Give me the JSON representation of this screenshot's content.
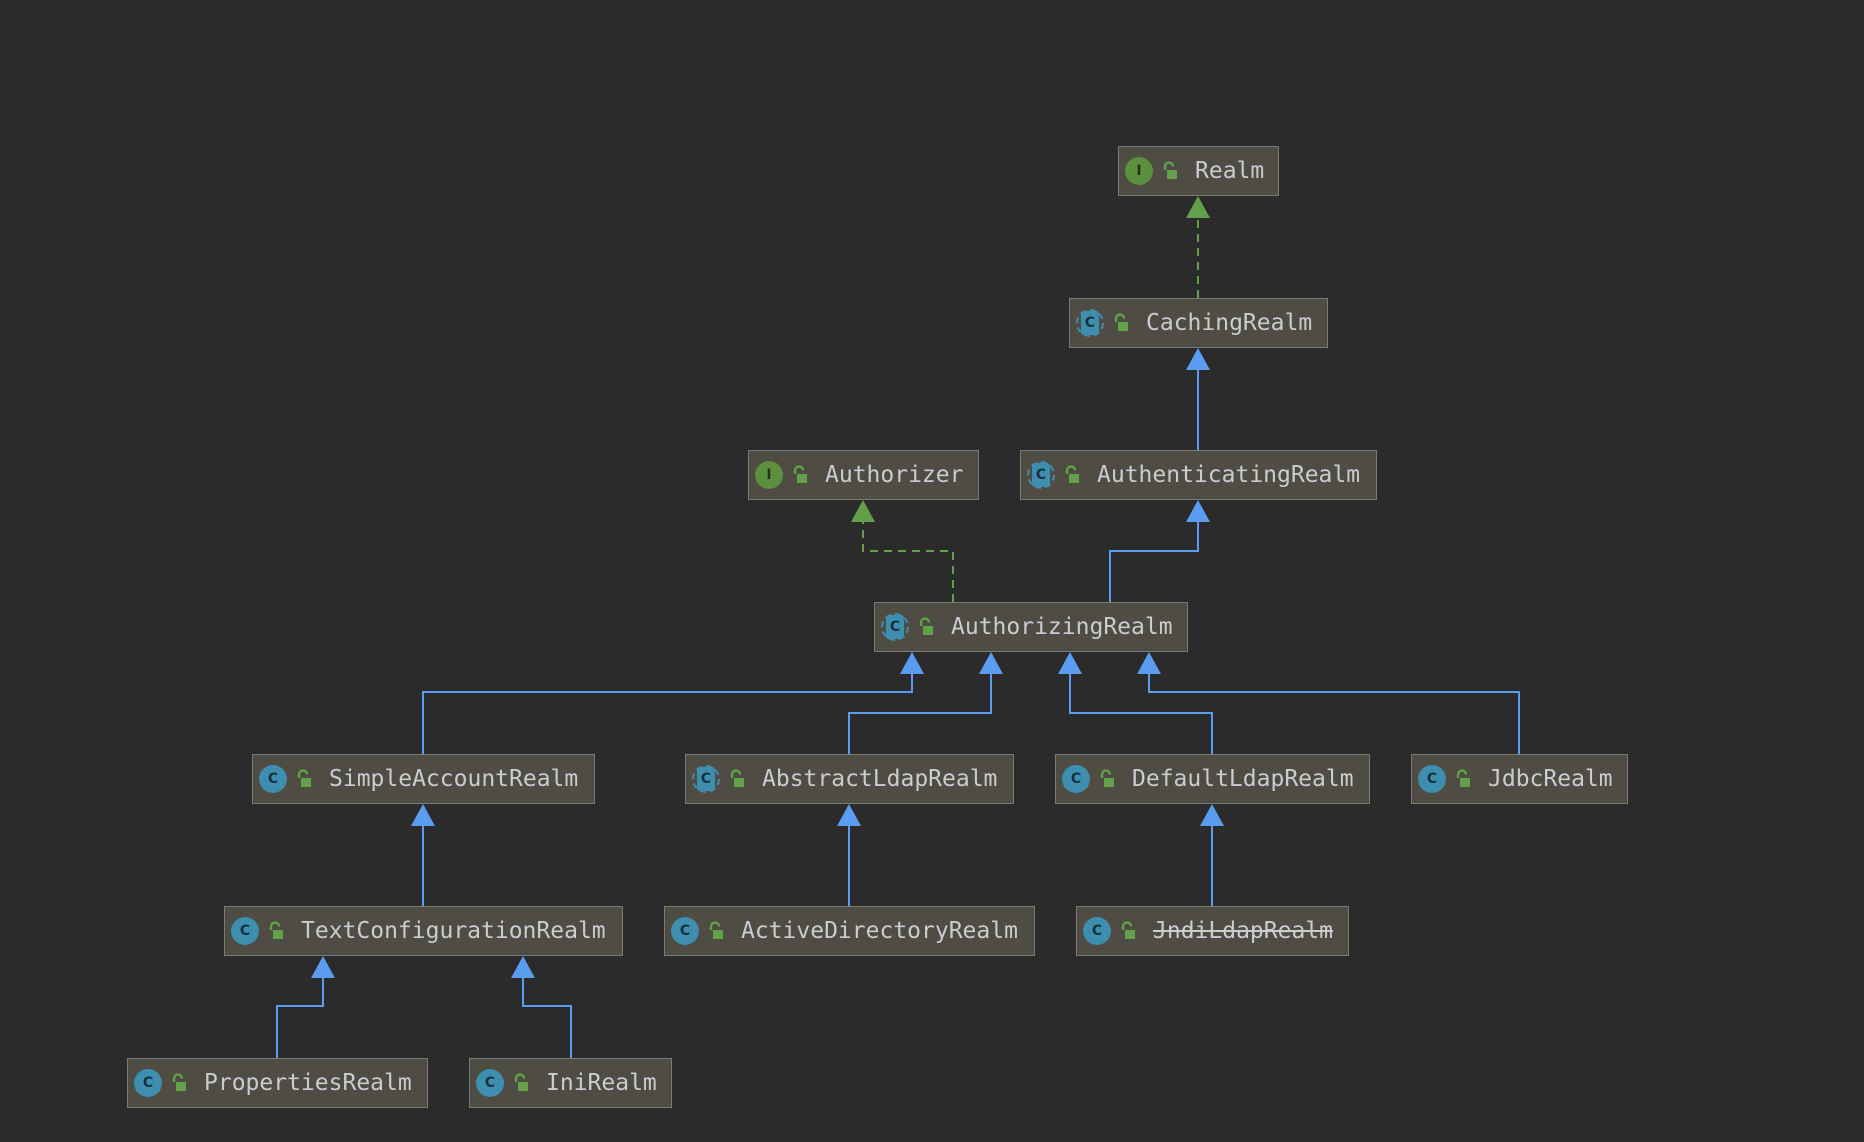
{
  "diagram": {
    "nodes": [
      {
        "id": "realm",
        "label": "Realm",
        "kind": "interface",
        "kind_letter": "I",
        "deprecated": false
      },
      {
        "id": "caching",
        "label": "CachingRealm",
        "kind": "abstract",
        "kind_letter": "C",
        "deprecated": false
      },
      {
        "id": "authorizer",
        "label": "Authorizer",
        "kind": "interface",
        "kind_letter": "I",
        "deprecated": false
      },
      {
        "id": "authenticating",
        "label": "AuthenticatingRealm",
        "kind": "abstract",
        "kind_letter": "C",
        "deprecated": false
      },
      {
        "id": "authorizing",
        "label": "AuthorizingRealm",
        "kind": "abstract",
        "kind_letter": "C",
        "deprecated": false
      },
      {
        "id": "simpleaccount",
        "label": "SimpleAccountRealm",
        "kind": "class",
        "kind_letter": "C",
        "deprecated": false
      },
      {
        "id": "abstractldap",
        "label": "AbstractLdapRealm",
        "kind": "abstract",
        "kind_letter": "C",
        "deprecated": false
      },
      {
        "id": "defaultldap",
        "label": "DefaultLdapRealm",
        "kind": "class",
        "kind_letter": "C",
        "deprecated": false
      },
      {
        "id": "jdbc",
        "label": "JdbcRealm",
        "kind": "class",
        "kind_letter": "C",
        "deprecated": false
      },
      {
        "id": "textconfig",
        "label": "TextConfigurationRealm",
        "kind": "class",
        "kind_letter": "C",
        "deprecated": false
      },
      {
        "id": "activedirectory",
        "label": "ActiveDirectoryRealm",
        "kind": "class",
        "kind_letter": "C",
        "deprecated": false
      },
      {
        "id": "jndildap",
        "label": "JndiLdapRealm",
        "kind": "class",
        "kind_letter": "C",
        "deprecated": true
      },
      {
        "id": "properties",
        "label": "PropertiesRealm",
        "kind": "class",
        "kind_letter": "C",
        "deprecated": false
      },
      {
        "id": "ini",
        "label": "IniRealm",
        "kind": "class",
        "kind_letter": "C",
        "deprecated": false
      }
    ],
    "edges": [
      {
        "from": "caching",
        "to": "realm",
        "type": "implements"
      },
      {
        "from": "authenticating",
        "to": "caching",
        "type": "extends"
      },
      {
        "from": "authorizing",
        "to": "authorizer",
        "type": "implements"
      },
      {
        "from": "authorizing",
        "to": "authenticating",
        "type": "extends"
      },
      {
        "from": "simpleaccount",
        "to": "authorizing",
        "type": "extends"
      },
      {
        "from": "abstractldap",
        "to": "authorizing",
        "type": "extends"
      },
      {
        "from": "defaultldap",
        "to": "authorizing",
        "type": "extends"
      },
      {
        "from": "jdbc",
        "to": "authorizing",
        "type": "extends"
      },
      {
        "from": "textconfig",
        "to": "simpleaccount",
        "type": "extends"
      },
      {
        "from": "activedirectory",
        "to": "abstractldap",
        "type": "extends"
      },
      {
        "from": "jndildap",
        "to": "defaultldap",
        "type": "extends"
      },
      {
        "from": "properties",
        "to": "textconfig",
        "type": "extends"
      },
      {
        "from": "ini",
        "to": "textconfig",
        "type": "extends"
      }
    ]
  },
  "colors": {
    "background": "#2b2b2b",
    "node_fill": "#4f4c44",
    "node_border": "#7a7a74",
    "node_text": "#c9ccd1",
    "extends_edge": "#5a9cf0",
    "implements_edge": "#62a04a",
    "interface_badge": "#5c8f3e",
    "class_badge": "#3e8eb0",
    "lock_icon": "#62a04a"
  }
}
